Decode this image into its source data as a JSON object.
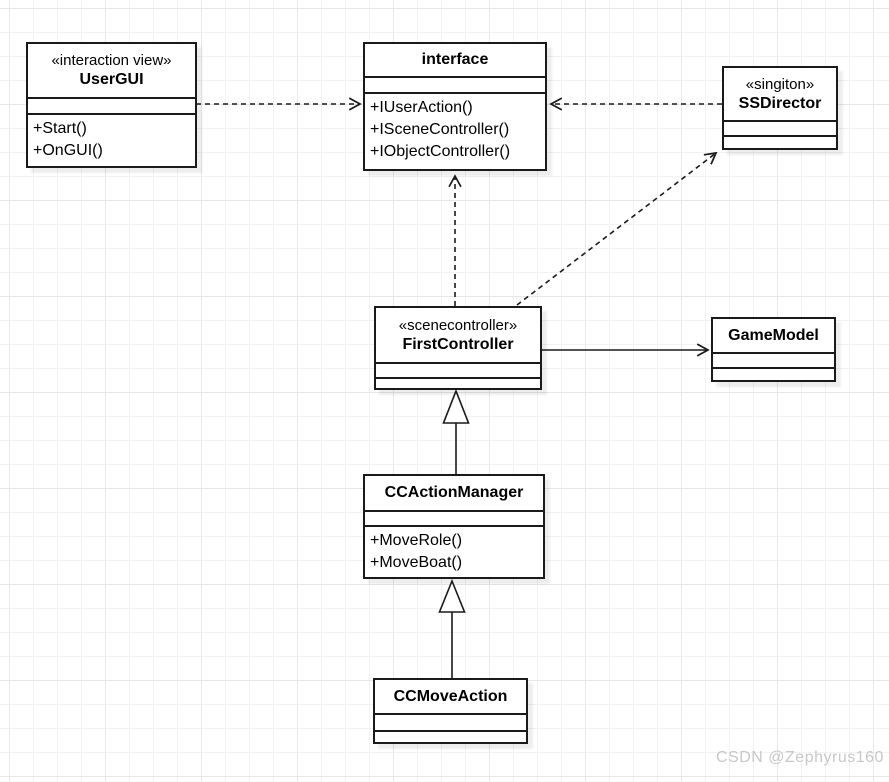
{
  "diagram": {
    "classes": [
      {
        "id": "usergui",
        "stereotype": "«interaction view»",
        "name": "UserGUI",
        "methods": [
          "+Start()",
          "+OnGUI()"
        ]
      },
      {
        "id": "interface",
        "stereotype": "",
        "name": "interface",
        "methods": [
          "+IUserAction()",
          "+ISceneController()",
          "+IObjectController()"
        ]
      },
      {
        "id": "ssdirector",
        "stereotype": "«singiton»",
        "name": "SSDirector",
        "methods": []
      },
      {
        "id": "firstcontroller",
        "stereotype": "«scenecontroller»",
        "name": "FirstController",
        "methods": []
      },
      {
        "id": "gamemodel",
        "stereotype": "",
        "name": "GameModel",
        "methods": []
      },
      {
        "id": "ccactionmanager",
        "stereotype": "",
        "name": "CCActionManager",
        "methods": [
          "+MoveRole()",
          "+MoveBoat()"
        ]
      },
      {
        "id": "ccmoveaction",
        "stereotype": "",
        "name": "CCMoveAction",
        "methods": []
      }
    ],
    "edges": [
      {
        "from": "UserGUI",
        "to": "interface",
        "type": "dependency",
        "style": "dashed-open-arrow"
      },
      {
        "from": "SSDirector",
        "to": "interface",
        "type": "dependency",
        "style": "dashed-open-arrow"
      },
      {
        "from": "FirstController",
        "to": "interface",
        "type": "dependency",
        "style": "dashed-open-arrow"
      },
      {
        "from": "FirstController",
        "to": "SSDirector",
        "type": "dependency",
        "style": "dashed-open-arrow"
      },
      {
        "from": "FirstController",
        "to": "GameModel",
        "type": "association",
        "style": "solid-open-arrow"
      },
      {
        "from": "CCActionManager",
        "to": "FirstController",
        "type": "generalization",
        "style": "solid-hollow-triangle"
      },
      {
        "from": "CCMoveAction",
        "to": "CCActionManager",
        "type": "generalization",
        "style": "solid-hollow-triangle"
      }
    ],
    "watermark": "CSDN @Zephyrus160",
    "colors": {
      "line": "#1a1a1a",
      "box_fill": "#ffffff",
      "grid_line": "#f2f2f2",
      "grid_major_line": "#e7e7e7",
      "watermark": "#c8c8c8"
    }
  }
}
